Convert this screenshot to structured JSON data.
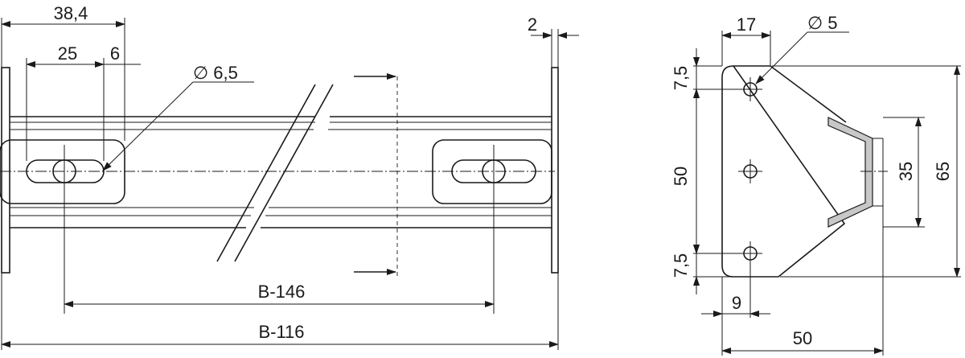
{
  "drawing": {
    "front_view": {
      "dim_overall_top": "38,4",
      "dim_slot_offset": "25",
      "dim_slot_width": "6",
      "dim_hole_diameter": "∅ 6,5",
      "dim_plate_thickness": "2",
      "dim_hole_spacing": "B-146",
      "dim_overall_length": "B-116"
    },
    "side_view": {
      "dim_top_offset": "17",
      "dim_hole_diameter": "∅ 5",
      "dim_top_margin": "7,5",
      "dim_hole_pitch": "50",
      "dim_bottom_margin": "7,5",
      "dim_rail_height": "35",
      "dim_overall_height": "65",
      "dim_hole_edge": "9",
      "dim_overall_width": "50"
    }
  }
}
